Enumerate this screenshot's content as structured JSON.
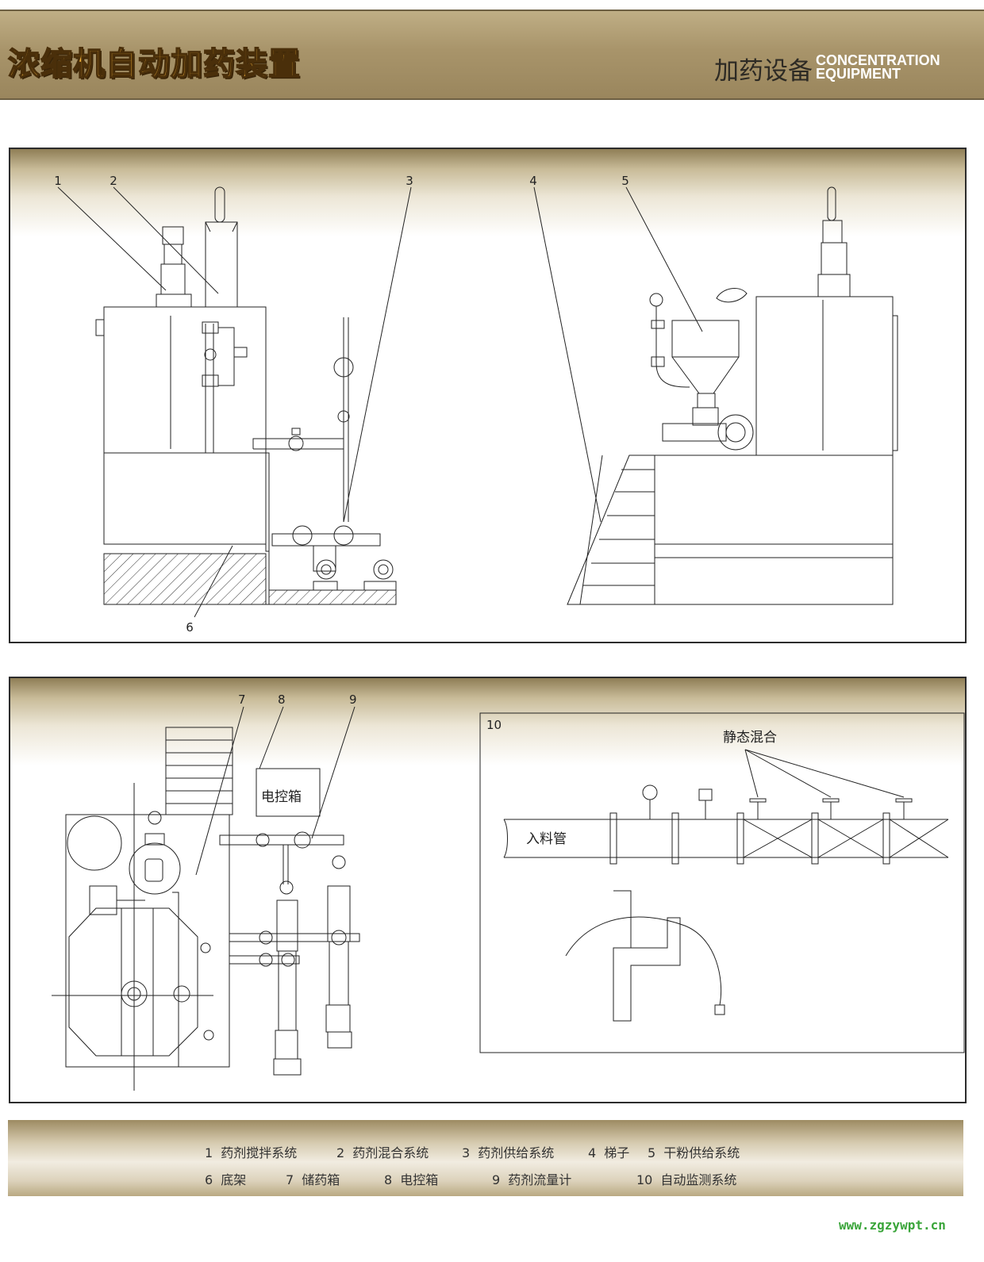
{
  "header": {
    "title": "浓缩机自动加药装置",
    "category_zh": "加药设备",
    "category_en_line1": "CONCENTRATION",
    "category_en_line2": "EQUIPMENT"
  },
  "diagram_top": {
    "callouts": [
      "1",
      "2",
      "3",
      "4",
      "5",
      "6"
    ]
  },
  "diagram_bottom_left": {
    "callouts": [
      "7",
      "8",
      "9"
    ],
    "control_box_label": "电控箱"
  },
  "diagram_bottom_right": {
    "number": "10",
    "static_mix_label": "静态混合",
    "inlet_pipe_label": "入料管"
  },
  "legend": [
    {
      "num": "1",
      "text": "药剂搅拌系统"
    },
    {
      "num": "2",
      "text": "药剂混合系统"
    },
    {
      "num": "3",
      "text": "药剂供给系统"
    },
    {
      "num": "4",
      "text": "梯子"
    },
    {
      "num": "5",
      "text": "干粉供给系统"
    },
    {
      "num": "6",
      "text": "底架"
    },
    {
      "num": "7",
      "text": "储药箱"
    },
    {
      "num": "8",
      "text": "电控箱"
    },
    {
      "num": "9",
      "text": "药剂流量计"
    },
    {
      "num": "10",
      "text": "自动监测系统"
    }
  ],
  "watermark": "www.zgzywpt.cn"
}
